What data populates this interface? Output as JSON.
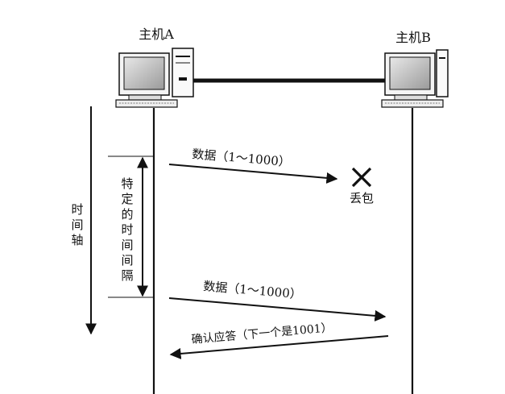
{
  "hosts": {
    "a_label": "主机A",
    "b_label": "主机B"
  },
  "time_axis": {
    "label_chars": [
      "时",
      "间",
      "轴"
    ]
  },
  "interval": {
    "label_chars": [
      "特",
      "定",
      "的",
      "时",
      "间",
      "间",
      "隔"
    ]
  },
  "messages": {
    "first_data": "数据（1～1000）",
    "packet_lost": "丢包",
    "retransmit_data": "数据（1～1000）",
    "ack": "确认应答（下一个是1001）"
  },
  "colors": {
    "ink": "#111111",
    "screen_shade": "#bdbdbd"
  },
  "icons": {
    "computer": "computer-icon",
    "lost_marker": "cross-icon"
  }
}
